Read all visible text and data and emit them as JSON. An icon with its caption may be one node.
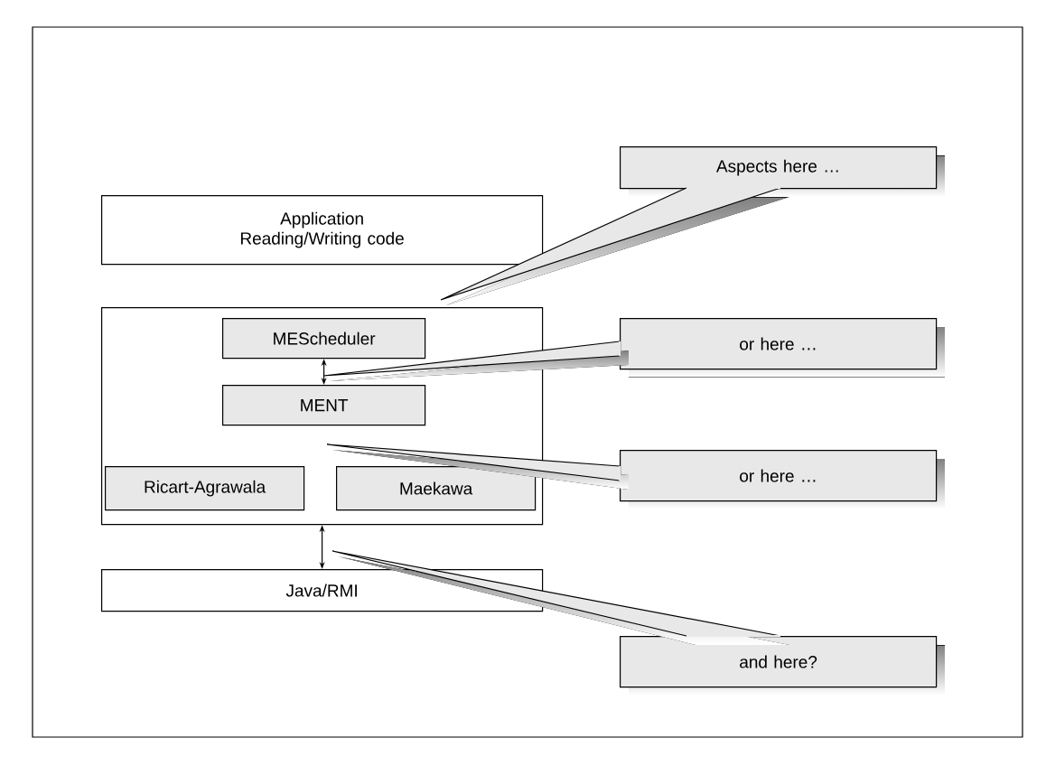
{
  "diagram": {
    "nodes": [
      {
        "text": [
          "Application Reading/Writing code"
        ]
      },
      {
        "text": [],
        "shape": "box"
      },
      {
        "text": [
          "MEScheduler"
        ],
        "in": 1
      },
      {
        "text": [
          "MENT"
        ],
        "in": 1
      },
      {
        "text": [
          "Ricart-Agrawala"
        ],
        "in": 1
      },
      {
        "text": [
          "Maekawa"
        ],
        "in": 1
      },
      {
        "text": [
          "Java/RMI"
        ]
      },
      {
        "text": [
          "Aspects here …"
        ]
      },
      {
        "text": [
          "or here …"
        ]
      },
      {
        "text": [
          "or here …"
        ]
      },
      {
        "text": [
          "and here?"
        ]
      }
    ],
    "edges": [
      {
        "from": 2,
        "to": 3,
        "arrow": "both",
        "color": "#000000"
      },
      {
        "from": 1,
        "to": 6,
        "arrow": "both",
        "color": "#000000"
      },
      {
        "from": 7,
        "to": null,
        "arrow": "none"
      },
      {
        "from": 8,
        "to": null,
        "arrow": "none"
      },
      {
        "from": 9,
        "to": null,
        "arrow": "none"
      },
      {
        "from": 10,
        "to": null,
        "arrow": "none"
      }
    ]
  }
}
